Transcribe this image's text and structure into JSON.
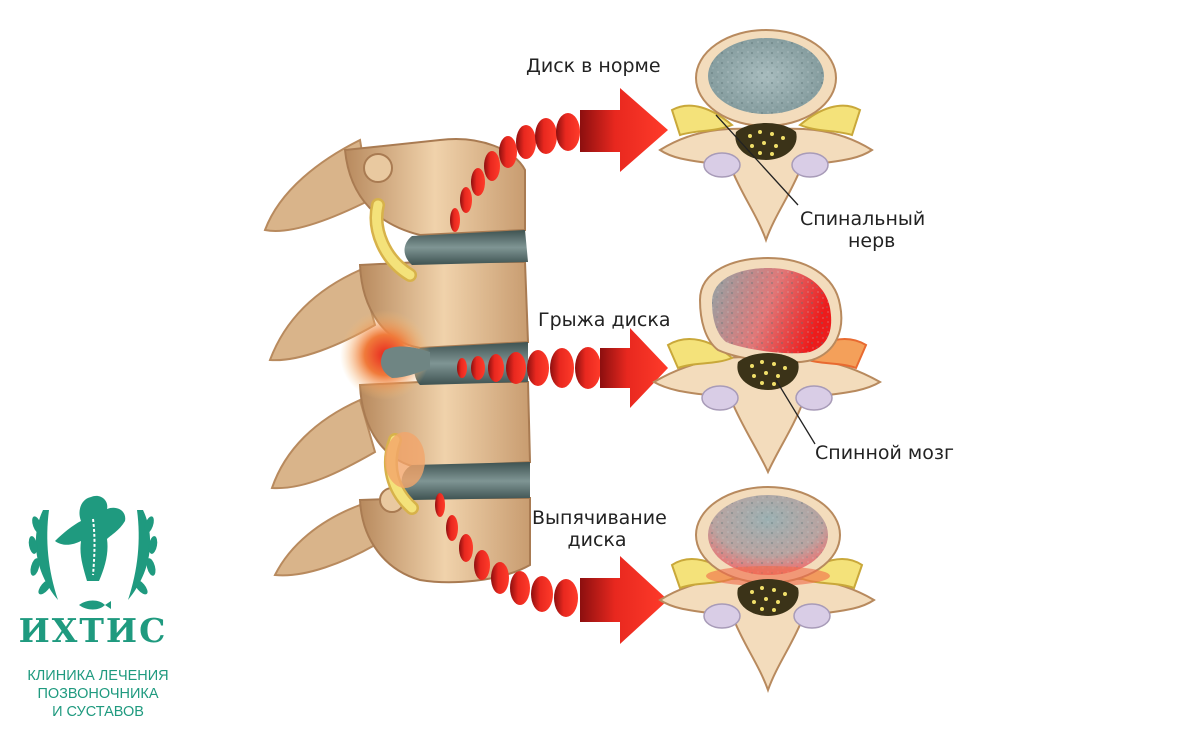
{
  "labels": {
    "normal": "Диск в норме",
    "nerve_line1": "Спинальный",
    "nerve_line2": "нерв",
    "hernia": "Грыжа диска",
    "spinal_cord": "Спинной мозг",
    "protrusion_line1": "Выпячивание",
    "protrusion_line2": "диска"
  },
  "logo": {
    "name": "ИХТИС",
    "tagline": [
      "КЛИНИКА ЛЕЧЕНИЯ",
      "ПОЗВОНОЧНИКА",
      "И СУСТАВОВ"
    ],
    "color": "#1f9a7f"
  },
  "colors": {
    "bone": "#e6c29a",
    "bone_dark": "#b88a5e",
    "disc": "#5f7372",
    "arrow_red": "#e8281f",
    "nerve_yellow": "#f4e27a",
    "nucleus": "#8fa5a7"
  }
}
